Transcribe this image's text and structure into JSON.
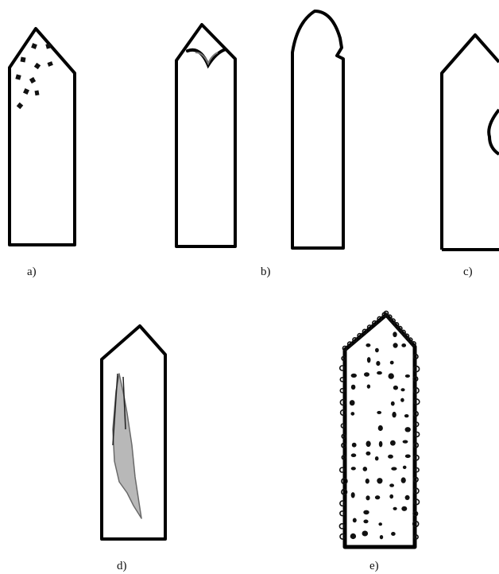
{
  "figure": {
    "labels": {
      "a": "a)",
      "b": "b)",
      "c": "c)",
      "d": "d)",
      "e": "e)"
    }
  },
  "style": {
    "stroke_color": "#000000",
    "fill_speck_color": "#111111",
    "wear_band_color": "#b8b8b8",
    "background": "#ffffff"
  }
}
